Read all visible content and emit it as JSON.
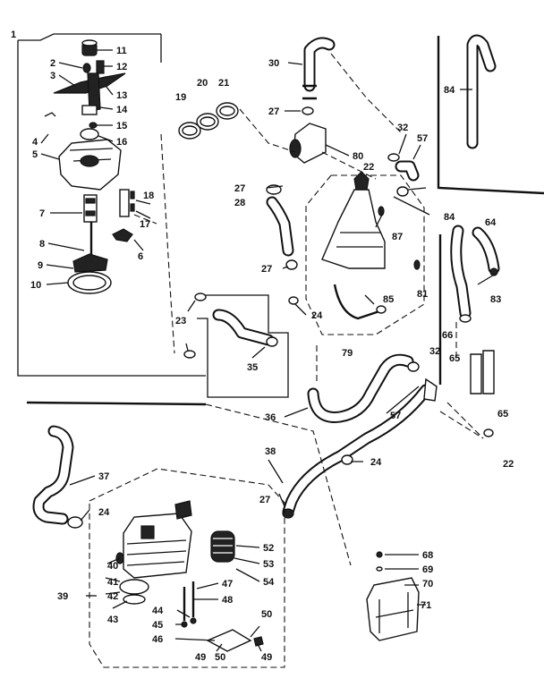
{
  "labels": {
    "l1": "1",
    "l2": "2",
    "l3": "3",
    "l4": "4",
    "l5": "5",
    "l6": "6",
    "l7": "7",
    "l8": "8",
    "l9": "9",
    "l10": "10",
    "l11": "11",
    "l12": "12",
    "l13": "13",
    "l14": "14",
    "l15": "15",
    "l16": "16",
    "l17": "17",
    "l18": "18",
    "l19": "19",
    "l20": "20",
    "l21": "21",
    "l22a": "22",
    "l22b": "22",
    "l23": "23",
    "l24a": "24",
    "l24b": "24",
    "l24c": "24",
    "l27a": "27",
    "l27b": "27",
    "l27c": "27",
    "l27d": "27",
    "l28": "28",
    "l30": "30",
    "l32a": "32",
    "l32b": "32",
    "l35": "35",
    "l36": "36",
    "l37": "37",
    "l38": "38",
    "l39": "39",
    "l40": "40",
    "l41": "41",
    "l42": "42",
    "l43": "43",
    "l44": "44",
    "l45": "45",
    "l46": "46",
    "l47": "47",
    "l48": "48",
    "l49a": "49",
    "l49b": "49",
    "l50a": "50",
    "l50b": "50",
    "l52": "52",
    "l53": "53",
    "l54": "54",
    "l57a": "57",
    "l57b": "57",
    "l64": "64",
    "l65a": "65",
    "l65b": "65",
    "l66": "66",
    "l68": "68",
    "l69": "69",
    "l70": "70",
    "l71": "71",
    "l79": "79",
    "l80": "80",
    "l81": "81",
    "l83": "83",
    "l84a": "84",
    "l84b": "84",
    "l85": "85",
    "l87": "87"
  }
}
